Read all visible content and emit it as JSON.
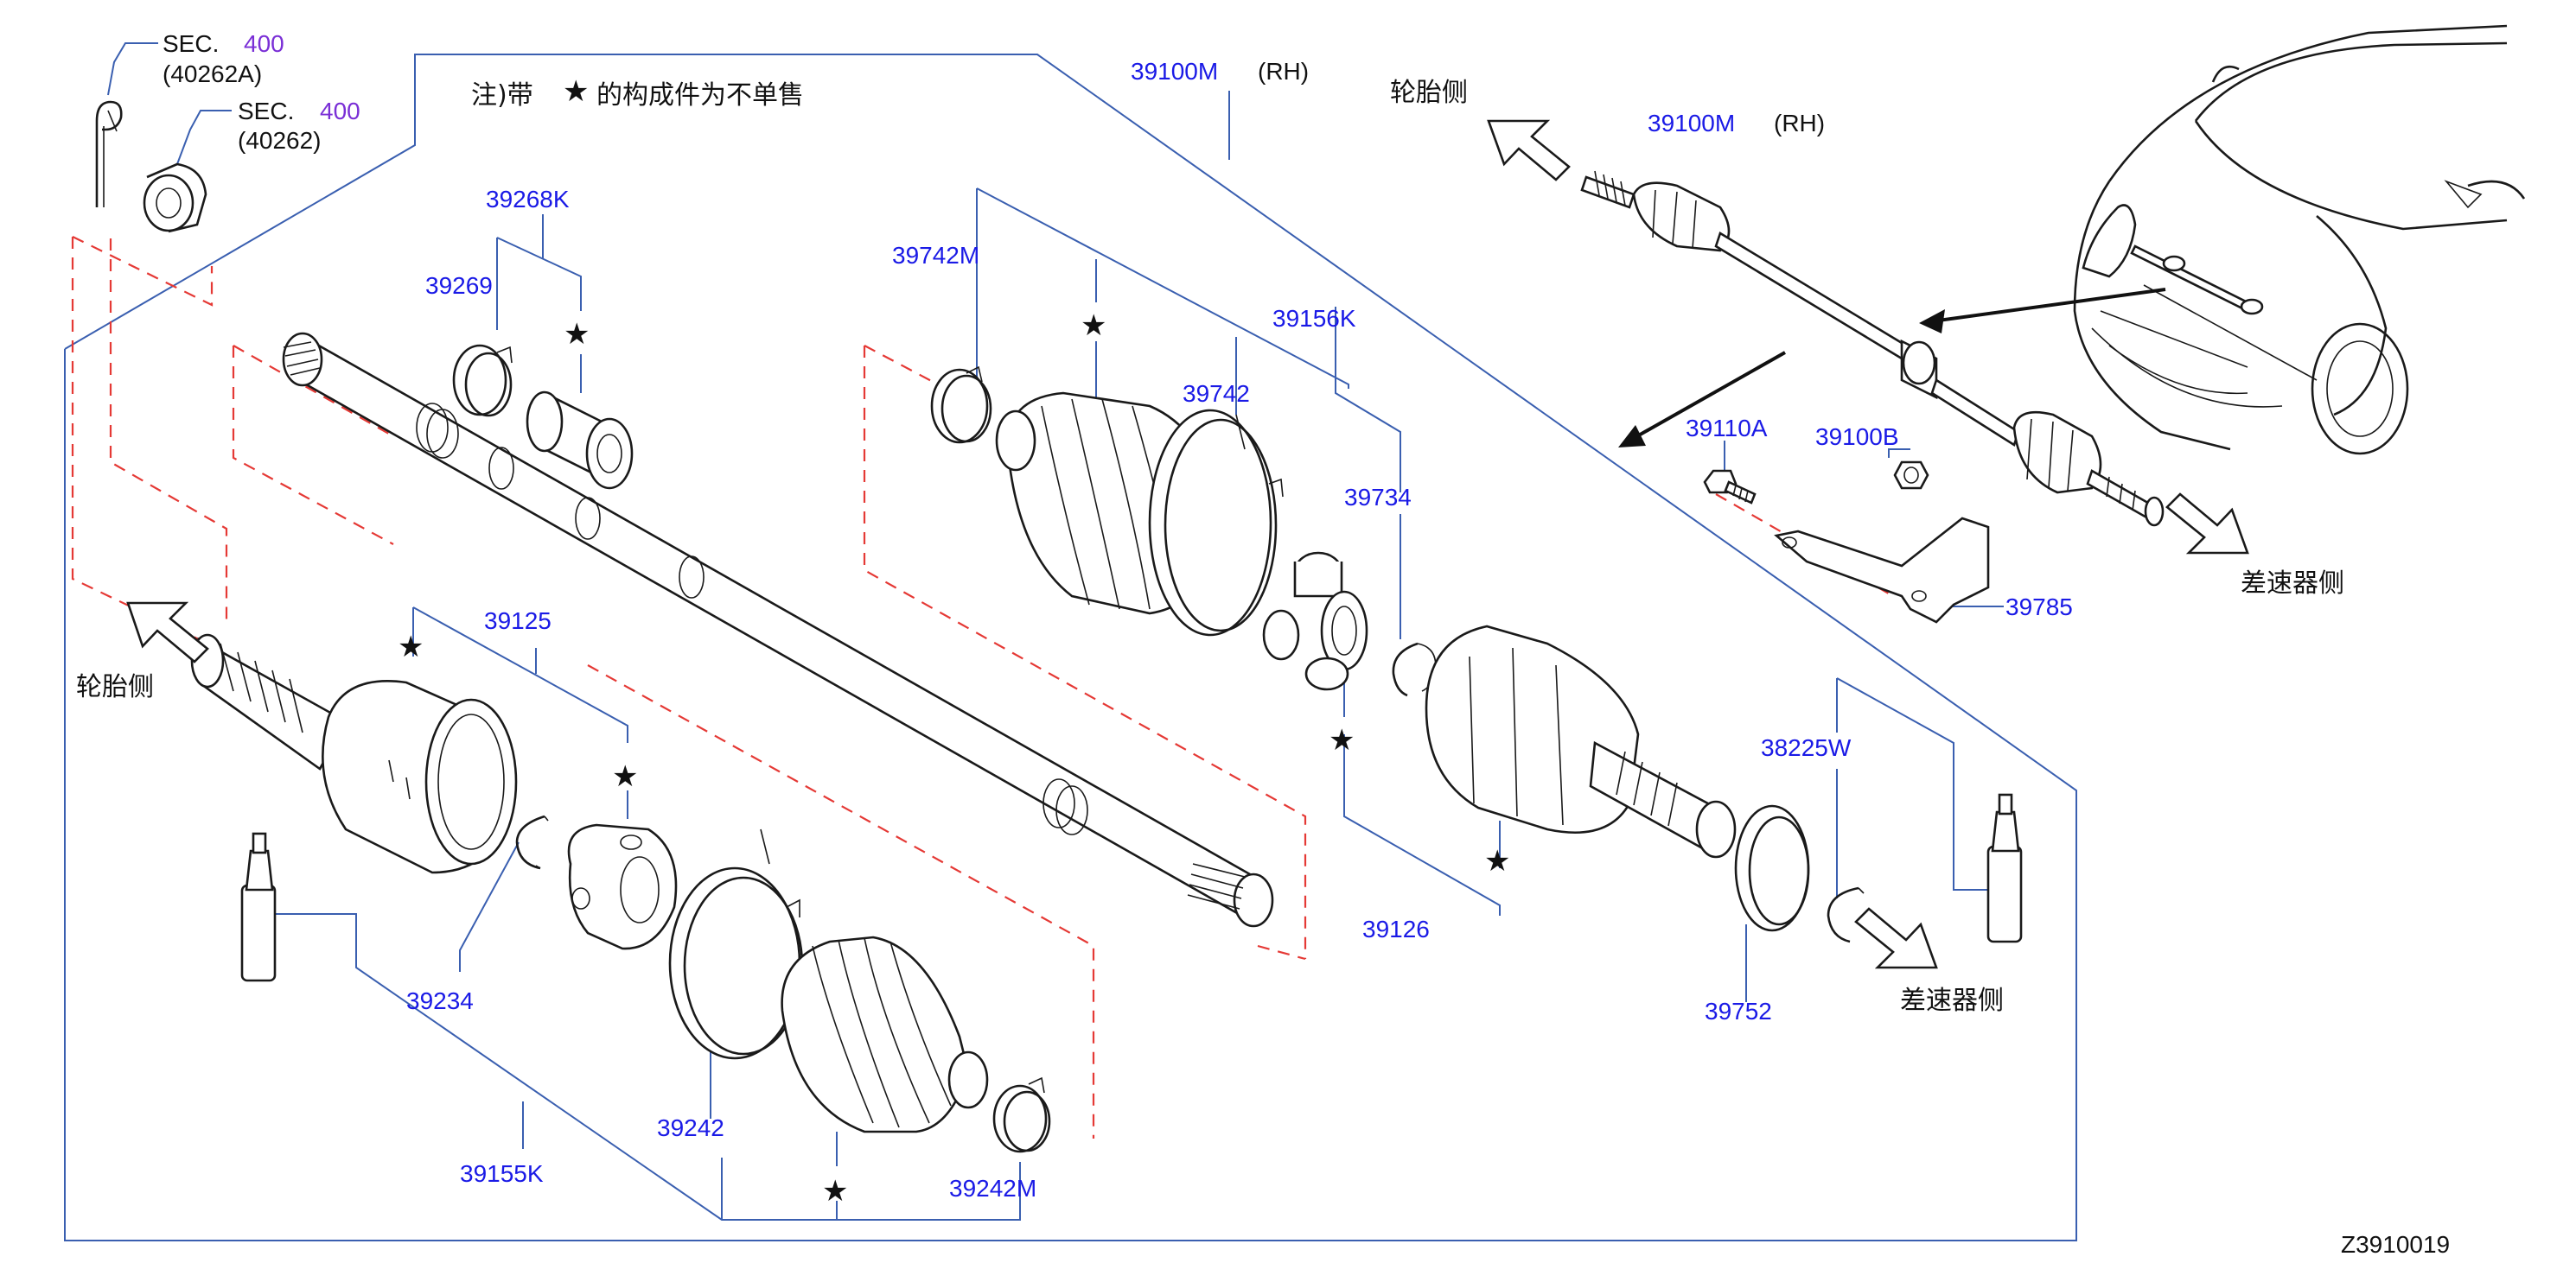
{
  "diagram": {
    "note": {
      "prefix": "注)带",
      "suffix": "的构成件为不单售"
    },
    "diagram_id": "Z3910019",
    "direction_labels": {
      "tire_side": "轮胎侧",
      "diff_side": "差速器侧"
    },
    "section_refs": [
      {
        "sec": "SEC.",
        "num": "400",
        "code": "(40262A)"
      },
      {
        "sec": "SEC.",
        "num": "400",
        "code": "(40262)"
      }
    ],
    "part_numbers": {
      "p39100M_a": "39100M",
      "rh_a": "(RH)",
      "p39100M_b": "39100M",
      "rh_b": "(RH)",
      "p39268K": "39268K",
      "p39269": "39269",
      "p39742M": "39742M",
      "p39742": "39742",
      "p39156K": "39156K",
      "p39734": "39734",
      "p39125": "39125",
      "p39234": "39234",
      "p39242": "39242",
      "p39242M": "39242M",
      "p39155K": "39155K",
      "p39126": "39126",
      "p39752": "39752",
      "p38225W": "38225W",
      "p39110A": "39110A",
      "p39100B": "39100B",
      "p39785": "39785"
    },
    "colors": {
      "part_number": "#1a1ae6",
      "leader_line": "#3a5fb0",
      "dashed_guide": "#e53935",
      "section_number": "#7a2fd6"
    }
  }
}
